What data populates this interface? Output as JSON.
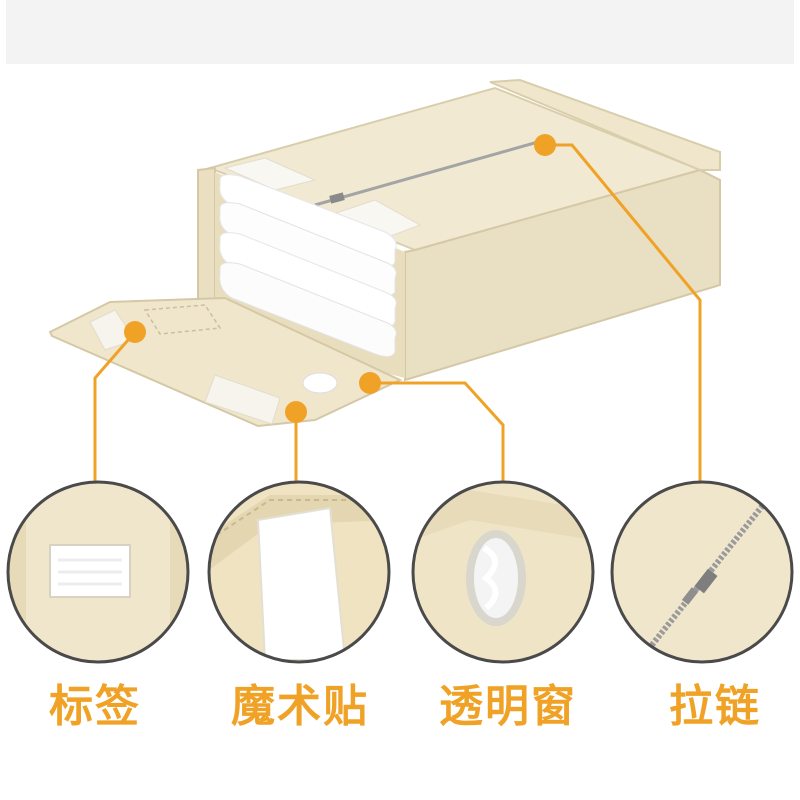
{
  "labels": {
    "tag": "标签",
    "velcro": "魔术贴",
    "window": "透明窗",
    "zipper": "拉链"
  },
  "colors": {
    "accent": "#f0a226",
    "fabric": "#efe6cc",
    "fabric_shadow": "#e2d7b6",
    "velcro": "#f4f2ea",
    "zipper": "#9a9a9a"
  },
  "icons": [
    "storage-box-illustration",
    "callout-dot",
    "detail-circle"
  ]
}
